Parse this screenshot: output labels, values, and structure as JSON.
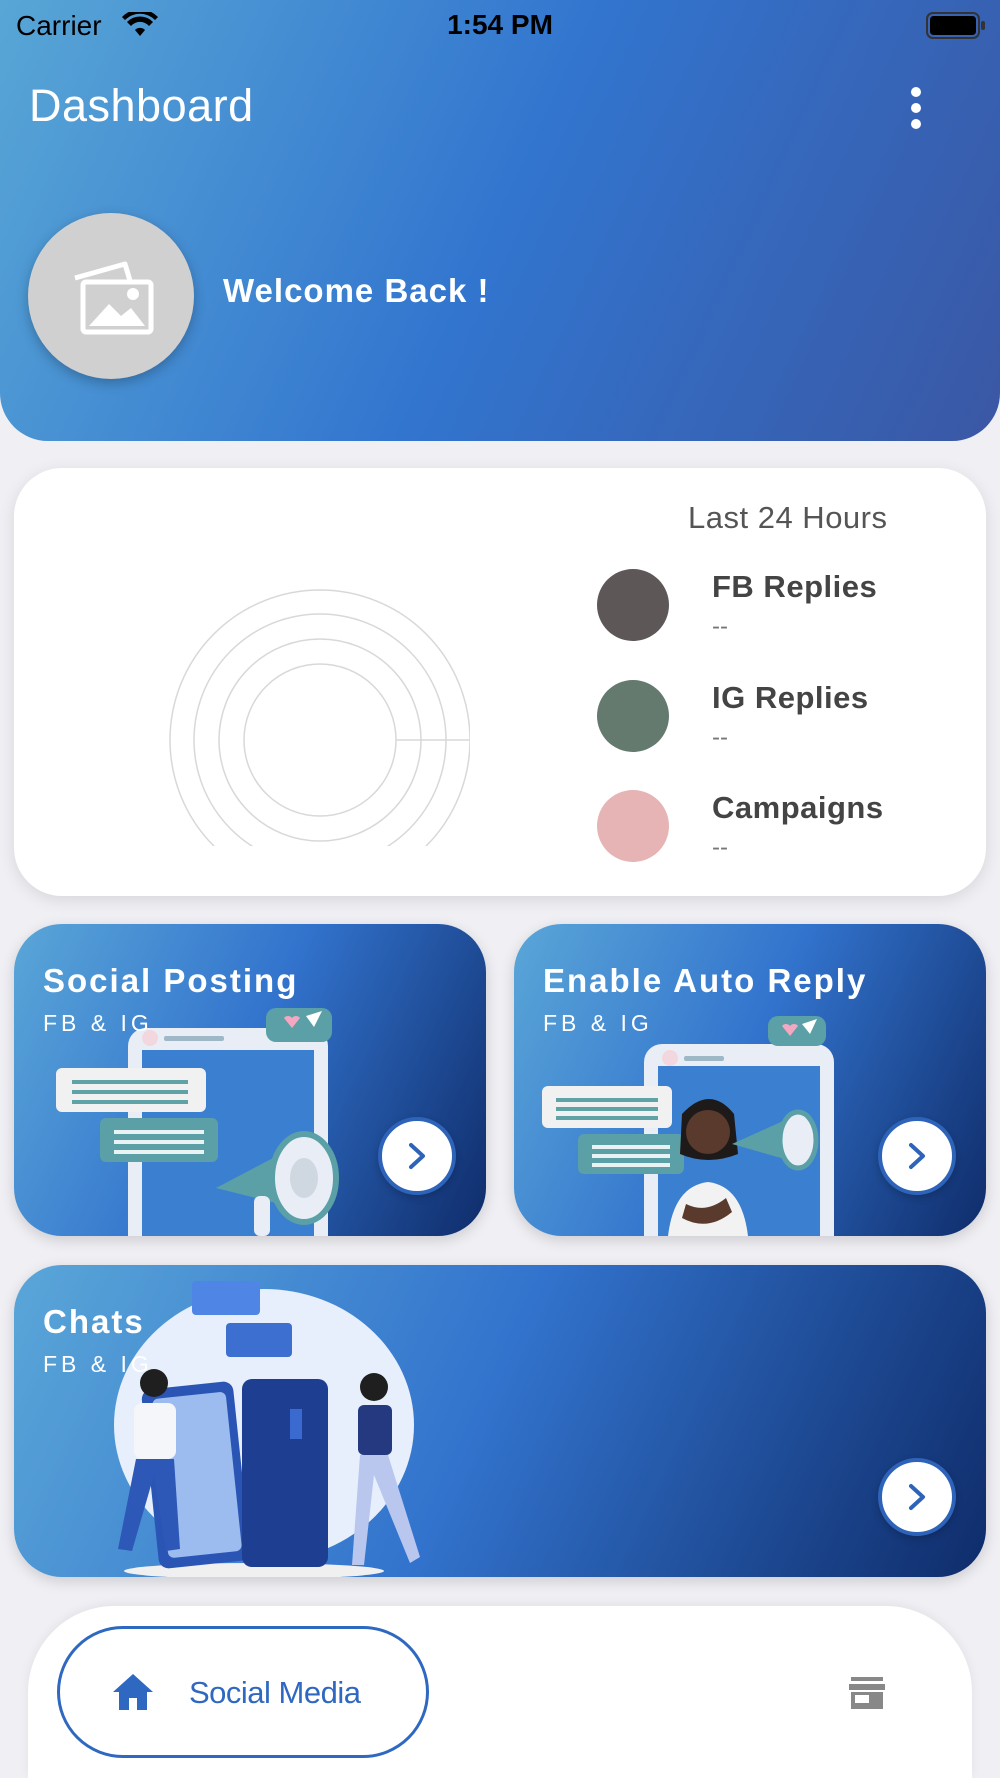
{
  "status_bar": {
    "carrier": "Carrier",
    "time": "1:54 PM"
  },
  "header": {
    "title": "Dashboard",
    "welcome": "Welcome Back !"
  },
  "stats": {
    "header": "Last 24 Hours",
    "items": [
      {
        "label": "FB Replies",
        "value": "--",
        "color": "#5d5757"
      },
      {
        "label": "IG Replies",
        "value": "--",
        "color": "#647a6e"
      },
      {
        "label": "Campaigns",
        "value": "--",
        "color": "#e6b4b4"
      }
    ]
  },
  "cards": {
    "social_posting": {
      "title": "Social Posting",
      "subtitle": "FB & IG"
    },
    "auto_reply": {
      "title": "Enable Auto Reply",
      "subtitle": "FB & IG"
    },
    "chats": {
      "title": "Chats",
      "subtitle": "FB & IG"
    }
  },
  "bottom_nav": {
    "active_label": "Social Media",
    "active_icon": "home-icon",
    "other_icon": "store-icon"
  },
  "colors": {
    "accent": "#2f68c1",
    "header_start": "#58a6d6",
    "header_end": "#3a57a4",
    "card_dark": "#0f2c6a"
  }
}
